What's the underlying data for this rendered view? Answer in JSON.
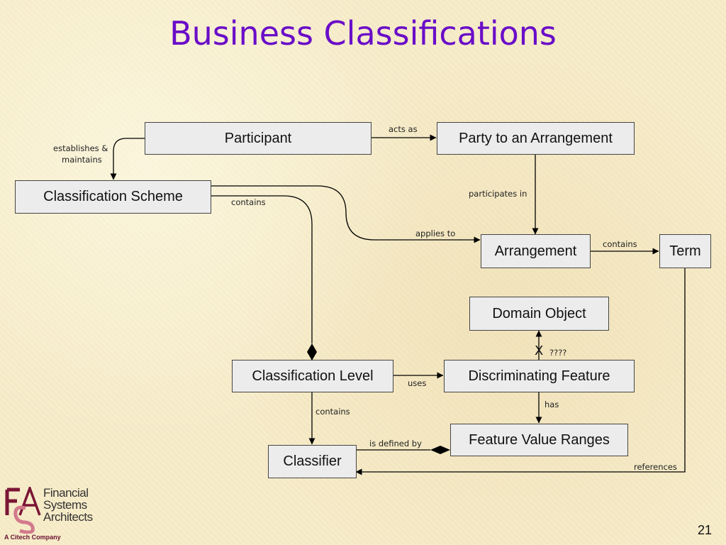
{
  "title": "Business Classifications",
  "page_number": "21",
  "boxes": {
    "participant": "Participant",
    "party": "Party to an Arrangement",
    "scheme": "Classification Scheme",
    "arrangement": "Arrangement",
    "term": "Term",
    "domain_object": "Domain Object",
    "level": "Classification Level",
    "discriminating": "Discriminating Feature",
    "ranges": "Feature Value Ranges",
    "classifier": "Classifier"
  },
  "labels": {
    "acts_as": "acts as",
    "establishes_1": "establishes &",
    "establishes_2": "maintains",
    "participates_in": "participates in",
    "contains_scheme": "contains",
    "applies_to": "applies to",
    "contains_term": "contains",
    "x_mark": "X",
    "unknown": "????",
    "uses": "uses",
    "has": "has",
    "contains_level": "contains",
    "is_defined_by": "is defined by",
    "references": "references"
  },
  "logo": {
    "monogram": "FSA",
    "line1": "Financial",
    "line2": "Systems",
    "line3": "Architects",
    "tagline": "A Citech Company"
  },
  "colors": {
    "title": "#6a0dc8",
    "box_fill": "#ececec",
    "line": "#000000",
    "logo_monogram": "#7a1535"
  }
}
